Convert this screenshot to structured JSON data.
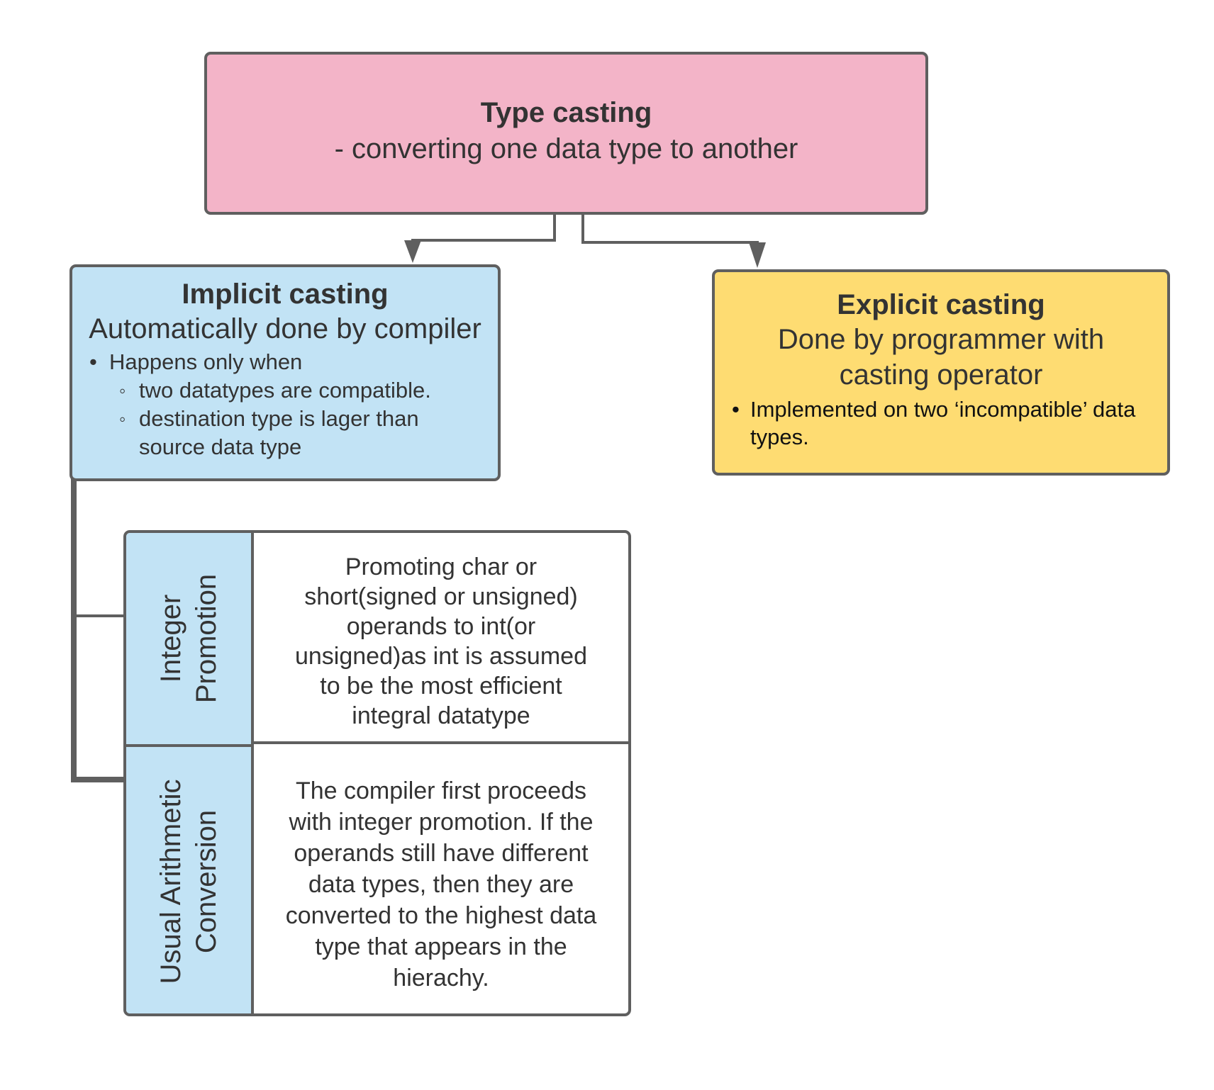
{
  "root": {
    "title": "Type casting",
    "subtitle": "- converting one data type to another"
  },
  "implicit": {
    "title": "Implicit casting",
    "subtitle": "Automatically done by compiler",
    "bullet": "Happens only when",
    "sub_bullets": [
      "two datatypes are compatible.",
      "destination type is lager than",
      "source data type"
    ]
  },
  "explicit": {
    "title": "Explicit casting",
    "subtitle_line1": "Done by programmer with",
    "subtitle_line2": "casting operator",
    "bullet_line1": "Implemented on two ‘incompatible’ data",
    "bullet_line2": "types."
  },
  "subtypes": [
    {
      "label_line1": "Integer",
      "label_line2": "Promotion",
      "description": [
        "Promoting char or",
        "short(signed or unsigned)",
        "operands to int(or",
        "unsigned)as int is assumed",
        "to be the most efficient",
        "integral datatype"
      ]
    },
    {
      "label_line1": "Usual Arithmetic",
      "label_line2": "Conversion",
      "description": [
        "The compiler first proceeds",
        "with integer promotion. If  the",
        "operands still have different",
        "data types, then they are",
        "converted  to the highest data",
        "type that appears in the",
        "hierachy."
      ]
    }
  ],
  "colors": {
    "root_fill": "#f3b4c8",
    "implicit_fill": "#c2e3f5",
    "explicit_fill": "#fedc72",
    "border": "#5f5f5f",
    "text": "#333333"
  }
}
